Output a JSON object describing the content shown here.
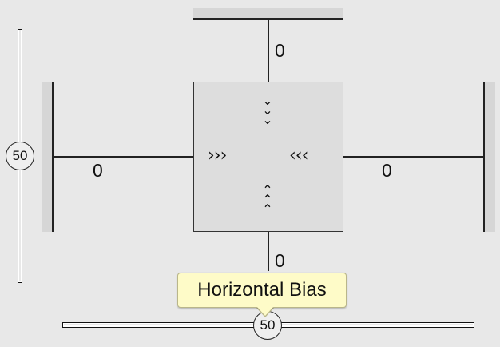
{
  "constraints": {
    "top_margin": "0",
    "bottom_margin": "0",
    "left_margin": "0",
    "right_margin": "0"
  },
  "arrows": {
    "left": "›››",
    "right": "‹‹‹",
    "top": "⌄\n⌄\n⌄",
    "bottom": "⌃\n⌃\n⌃"
  },
  "vertical_bias": {
    "value": "50"
  },
  "horizontal_bias": {
    "value": "50",
    "tooltip": "Horizontal Bias"
  }
}
